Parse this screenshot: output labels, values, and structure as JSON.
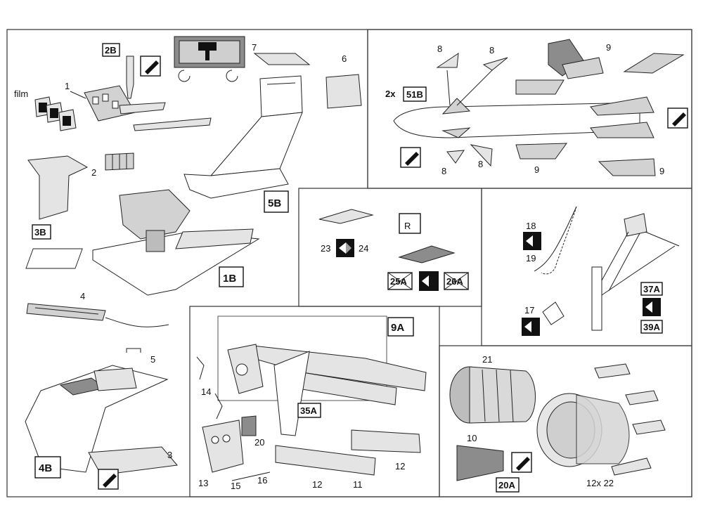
{
  "panel_1": {
    "film_label": "film",
    "num_1": "1",
    "num_2": "2",
    "num_4": "4",
    "num_5": "5",
    "num_3": "3",
    "num_6": "6",
    "num_7": "7",
    "box_2b": "2B",
    "box_3b": "3B",
    "box_1b": "1B",
    "box_5b": "5B",
    "box_4b": "4B"
  },
  "panel_2": {
    "num_8": "8",
    "num_9": "9",
    "qty": "2x",
    "box_51b": "51B"
  },
  "panel_3": {
    "r_label": "R",
    "num_23": "23",
    "num_24": "24",
    "box_25a": "25A",
    "box_26a": "26A"
  },
  "panel_4": {
    "num_18": "18",
    "num_19": "19",
    "num_17": "17",
    "box_37a": "37A",
    "box_39a": "39A"
  },
  "panel_5": {
    "box_9a": "9A",
    "box_35a": "35A",
    "num_14": "14",
    "num_20": "20",
    "num_13": "13",
    "num_15": "15",
    "num_16": "16",
    "num_12": "12",
    "num_11": "11"
  },
  "panel_6": {
    "num_21": "21",
    "num_10": "10",
    "box_20a": "20A",
    "qty_22": "12x 22"
  }
}
